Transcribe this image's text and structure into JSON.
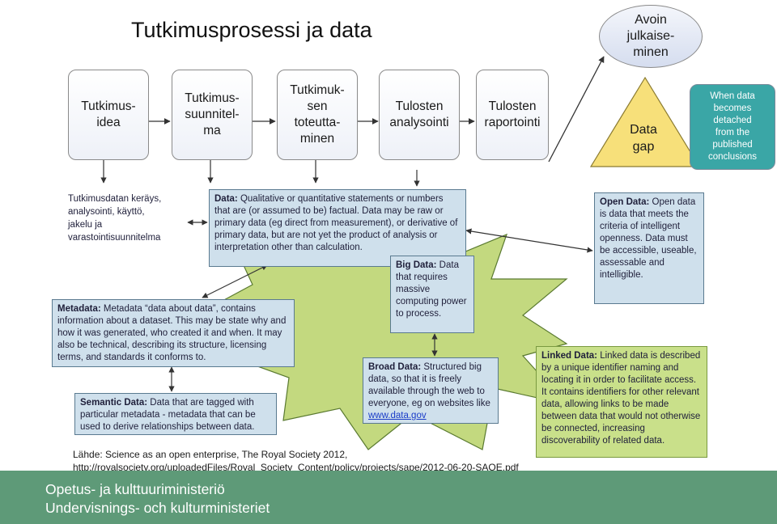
{
  "title": "Tutkimusprosessi ja data",
  "steps": [
    {
      "label": "Tutkimus-\nidea"
    },
    {
      "label": "Tutkimus-\nsuunnitel-\nma"
    },
    {
      "label": "Tutkimuk-\nsen\ntoteutta-\nminen"
    },
    {
      "label": "Tulosten\nanalysointi"
    },
    {
      "label": "Tulosten\nraportointi"
    }
  ],
  "open_publication": "Avoin\njulkaise-\nminen",
  "data_gap": "Data\ngap",
  "detached_note": "When data\nbecomes\ndetached\nfrom the\npublished\nconclusions",
  "collection_note": "Tutkimusdatan keräys,\nanalysointi, käyttö,\njakelu ja\nvarastointisuunnitelma",
  "definitions": {
    "data": {
      "term": "Data:",
      "text": " Qualitative or quantitative statements or numbers that are (or assumed to be) factual. Data may be raw or primary data (eg direct from measurement), or derivative of primary data, but are not yet the product of analysis or interpretation other than calculation."
    },
    "metadata": {
      "term": "Metadata:",
      "text": " Metadata “data about data”, contains information about a dataset. This may be state why and how it was generated, who created it and when. It may also be technical, describing its structure, licensing terms, and standards it conforms to."
    },
    "semantic": {
      "term": "Semantic Data:",
      "text": " Data that are tagged with particular metadata - metadata that can be used to derive relationships between data."
    },
    "big": {
      "term": "Big Data:",
      "text": " Data that requires massive computing power to process."
    },
    "broad": {
      "term": "Broad Data:",
      "text": " Structured big data, so that it is freely available through the web to everyone, eg on websites like ",
      "link": "www.data.gov"
    },
    "open": {
      "term": "Open Data:",
      "text": " Open data is data that meets the criteria of intelligent openness. Data must be accessible, useable, assessable and intelligible."
    },
    "linked": {
      "term": "Linked Data:",
      "text": " Linked data is described by a unique identifier naming and locating it in order to facilitate access. It contains identifiers for other relevant data, allowing links to be made between data that would not otherwise be connected, increasing discoverability of related data."
    }
  },
  "source": {
    "line1": "Lähde: Science as an open enterprise, The Royal Society 2012,",
    "line2": "http://royalsociety.org/uploadedFiles/Royal_Society_Content/policy/projects/sape/2012-06-20-SAOE.pdf"
  },
  "ministry": {
    "fi": "Opetus- ja kulttuuriministeriö",
    "sv": "Undervisnings- och kulturministeriet"
  },
  "colors": {
    "footer": "#5e9a78",
    "star": "#c3d97f",
    "triangle": "#f7e07a",
    "detached": "#3aa6a6",
    "definition_box": "#cfe0ec",
    "linked_box": "#c9e08a"
  }
}
